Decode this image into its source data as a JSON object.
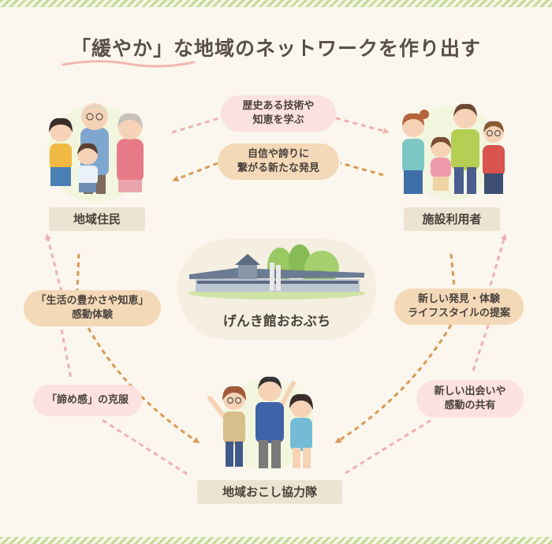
{
  "title": "「緩やか」な地域のネットワークを作り出す",
  "nodes": {
    "residents": "地域住民",
    "users": "施設利用者",
    "cooperators": "地域おこし協力隊",
    "facility": "げんき館おおぶち"
  },
  "labels": {
    "top_pink": [
      "歴史ある技術や",
      "知恵を学ぶ"
    ],
    "top_tan": [
      "自信や誇りに",
      "繋がる新たな発見"
    ],
    "left_tan": [
      "「生活の豊かさや知恵」",
      "感動体験"
    ],
    "left_pink": [
      "「諦め感」の克服"
    ],
    "right_tan": [
      "新しい発見・体験",
      "ライフスタイルの提案"
    ],
    "right_pink": [
      "新しい出会いや",
      "感動の共有"
    ]
  },
  "colors": {
    "pink_arrow": "#eeb2b0",
    "tan_arrow": "#d89a56",
    "background": "#fbf7ee",
    "stripe": "#c6d99a"
  }
}
